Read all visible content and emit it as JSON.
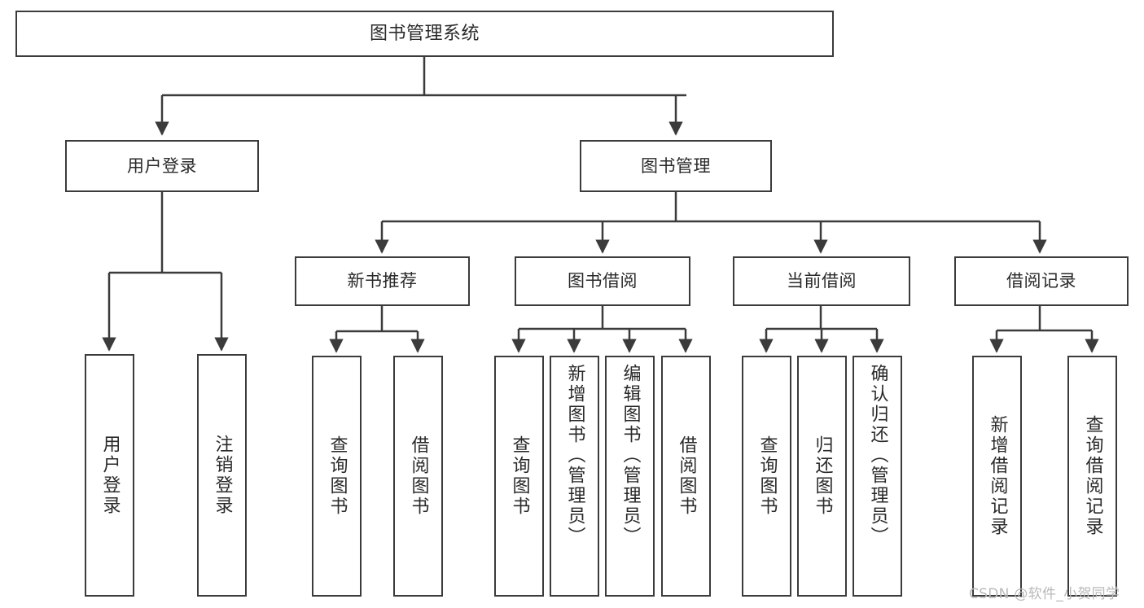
{
  "diagram": {
    "type": "tree",
    "title": "图书管理系统",
    "watermark": "CSDN @软件_小贺同学",
    "style": {
      "line_color": "#3b3b3b",
      "box_border_color": "#3b3b3b",
      "box_fill": "#ffffff",
      "text_color": "#2a2a2a",
      "background": "#ffffff"
    },
    "nodes": {
      "root": {
        "label": "图书管理系统"
      },
      "level2": [
        {
          "id": "user-login",
          "label": "用户登录"
        },
        {
          "id": "book-manage",
          "label": "图书管理"
        }
      ],
      "level3": [
        {
          "id": "new-book-rec",
          "label": "新书推荐"
        },
        {
          "id": "book-borrow",
          "label": "图书借阅"
        },
        {
          "id": "current-borrow",
          "label": "当前借阅"
        },
        {
          "id": "borrow-record",
          "label": "借阅记录"
        }
      ],
      "leaves": {
        "user-login": [
          {
            "id": "leaf-user-login",
            "label": "用户登录"
          },
          {
            "id": "leaf-logout-login",
            "label": "注销登录"
          }
        ],
        "new-book-rec": [
          {
            "id": "leaf-query-book-1",
            "label": "查询图书"
          },
          {
            "id": "leaf-borrow-book-1",
            "label": "借阅图书"
          }
        ],
        "book-borrow": [
          {
            "id": "leaf-query-book-2",
            "label": "查询图书"
          },
          {
            "id": "leaf-add-book",
            "label": "新增图书（管理员）"
          },
          {
            "id": "leaf-edit-book",
            "label": "编辑图书（管理员）"
          },
          {
            "id": "leaf-borrow-book-2",
            "label": "借阅图书"
          }
        ],
        "current-borrow": [
          {
            "id": "leaf-query-book-3",
            "label": "查询图书"
          },
          {
            "id": "leaf-return-book",
            "label": "归还图书"
          },
          {
            "id": "leaf-confirm-return",
            "label": "确认归还（管理员）"
          }
        ],
        "borrow-record": [
          {
            "id": "leaf-add-record",
            "label": "新增借阅记录"
          },
          {
            "id": "leaf-query-record",
            "label": "查询借阅记录"
          }
        ]
      }
    }
  }
}
